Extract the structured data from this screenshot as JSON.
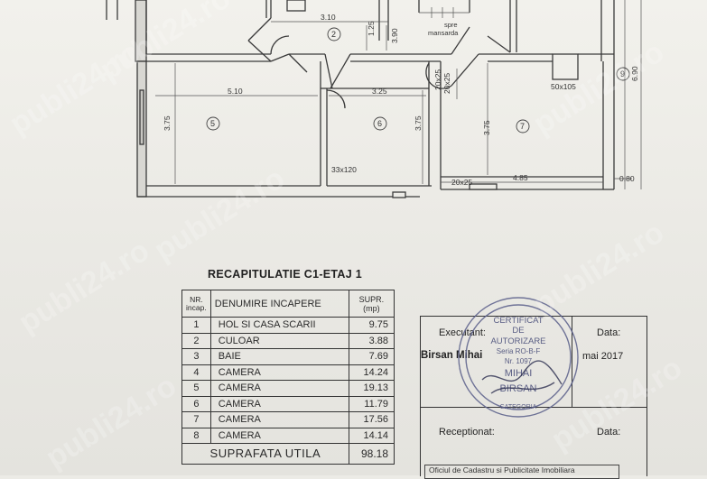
{
  "plan": {
    "dimensions": {
      "d_3_10": "3.10",
      "d_1_25": "1.25",
      "d_3_90": "3.90",
      "d_5_10": "5.10",
      "d_3_25": "3.25",
      "d_3_75_a": "3.75",
      "d_3_75_b": "3.75",
      "d_3_75_c": "3.75",
      "d_20x25_a": "20x25",
      "d_50x105": "50x105",
      "d_6_90": "6.90",
      "d_33x120": "33x120",
      "d_20x25_b": "20x25",
      "d_4_85": "4.85",
      "d_0_80": "0.80",
      "d_20x25_c": "20x25"
    },
    "labels": {
      "mansarda": "spre\nmansarda"
    },
    "room_numbers": {
      "r2": "2",
      "r5": "5",
      "r6": "6",
      "r7": "7",
      "r9": "9"
    }
  },
  "recap": {
    "title": "RECAPITULATIE C1-ETAJ 1",
    "headers": {
      "nr": "NR. incap.",
      "name": "DENUMIRE INCAPERE",
      "area": "SUPR. (mp)"
    },
    "rows": [
      {
        "nr": "1",
        "name": "HOL SI CASA SCARII",
        "area": "9.75"
      },
      {
        "nr": "2",
        "name": "CULOAR",
        "area": "3.88"
      },
      {
        "nr": "3",
        "name": "BAIE",
        "area": "7.69"
      },
      {
        "nr": "4",
        "name": "CAMERA",
        "area": "14.24"
      },
      {
        "nr": "5",
        "name": "CAMERA",
        "area": "19.13"
      },
      {
        "nr": "6",
        "name": "CAMERA",
        "area": "11.79"
      },
      {
        "nr": "7",
        "name": "CAMERA",
        "area": "17.56"
      },
      {
        "nr": "8",
        "name": "CAMERA",
        "area": "14.14"
      }
    ],
    "total_label": "SUPRAFATA UTILA",
    "total_value": "98.18"
  },
  "signature": {
    "executant_label": "Executant:",
    "executant_name": "Birsan Mihai",
    "data_label": "Data:",
    "data_value": "mai 2017",
    "receptionat_label": "Receptionat:",
    "data2_label": "Data:",
    "office": "Oficiul de Cadastru si Publicitate Imobiliara"
  },
  "stamp": {
    "line1": "CERTIFICAT",
    "line2": "DE",
    "line3": "AUTORIZARE",
    "line4": "Seria RO-B-F",
    "line5": "Nr. 1097",
    "line6": "MIHAI",
    "line7": "BIRSAN",
    "line8": "CATEGORIA"
  },
  "watermark": {
    "text": "publi24.ro"
  },
  "colors": {
    "paper": "#ecebe6",
    "ink": "#2a2a2a",
    "stamp": "#5a5f8a"
  }
}
